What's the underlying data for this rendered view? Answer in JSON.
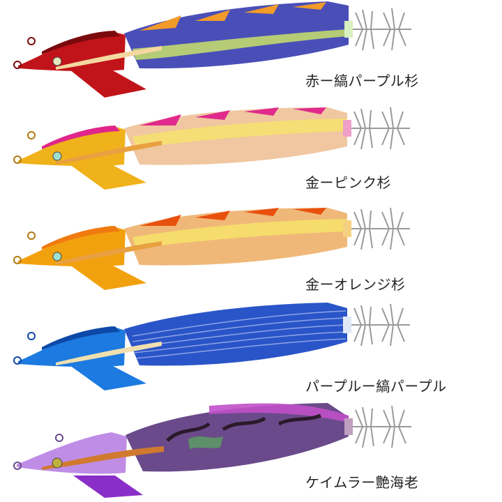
{
  "products": [
    {
      "label": "赤ー縞パープル杉",
      "head_color": "#c1141a",
      "head_dark": "#7a0a0c",
      "body_color": "#4a4fb8",
      "body_light": "#9fa6e6",
      "stripe_color": "#f29a2a",
      "belly_color": "#c8e06a",
      "tail_color": "#d8f0c0",
      "feather_color": "#f4d8a0"
    },
    {
      "label": "金ーピンク杉",
      "head_color": "#f0b21a",
      "head_dark": "#e0268a",
      "body_color": "#f0c7a0",
      "body_light": "#f5e070",
      "stripe_color": "#e02a8c",
      "belly_color": "#f5d8c0",
      "tail_color": "#f0a0c8",
      "feather_color": "#e8a040"
    },
    {
      "label": "金ーオレンジ杉",
      "head_color": "#f2a10e",
      "head_dark": "#f07a10",
      "body_color": "#f0b878",
      "body_light": "#f5e06a",
      "stripe_color": "#e8500e",
      "belly_color": "#f2d8b0",
      "tail_color": "#f5d080",
      "feather_color": "#e8a040"
    },
    {
      "label": "パープルー縞パープル",
      "head_color": "#1c7ae0",
      "head_dark": "#0e48a8",
      "body_color": "#2a55c8",
      "body_light": "#a8b8ec",
      "stripe_color": "#1e3aa0",
      "belly_color": "#c0ccf0",
      "tail_color": "#e0e8f8",
      "feather_color": "#f0e0b0"
    },
    {
      "label": "ケイムラー艶海老",
      "head_color": "#b070e0",
      "head_dark": "#8a2ec8",
      "body_color": "#6a4a8a",
      "body_light": "#c050c8",
      "stripe_color": "#2a1a2a",
      "belly_color": "#5aa060",
      "tail_color": "#c0a0c0",
      "feather_color": "#d07a30"
    }
  ]
}
